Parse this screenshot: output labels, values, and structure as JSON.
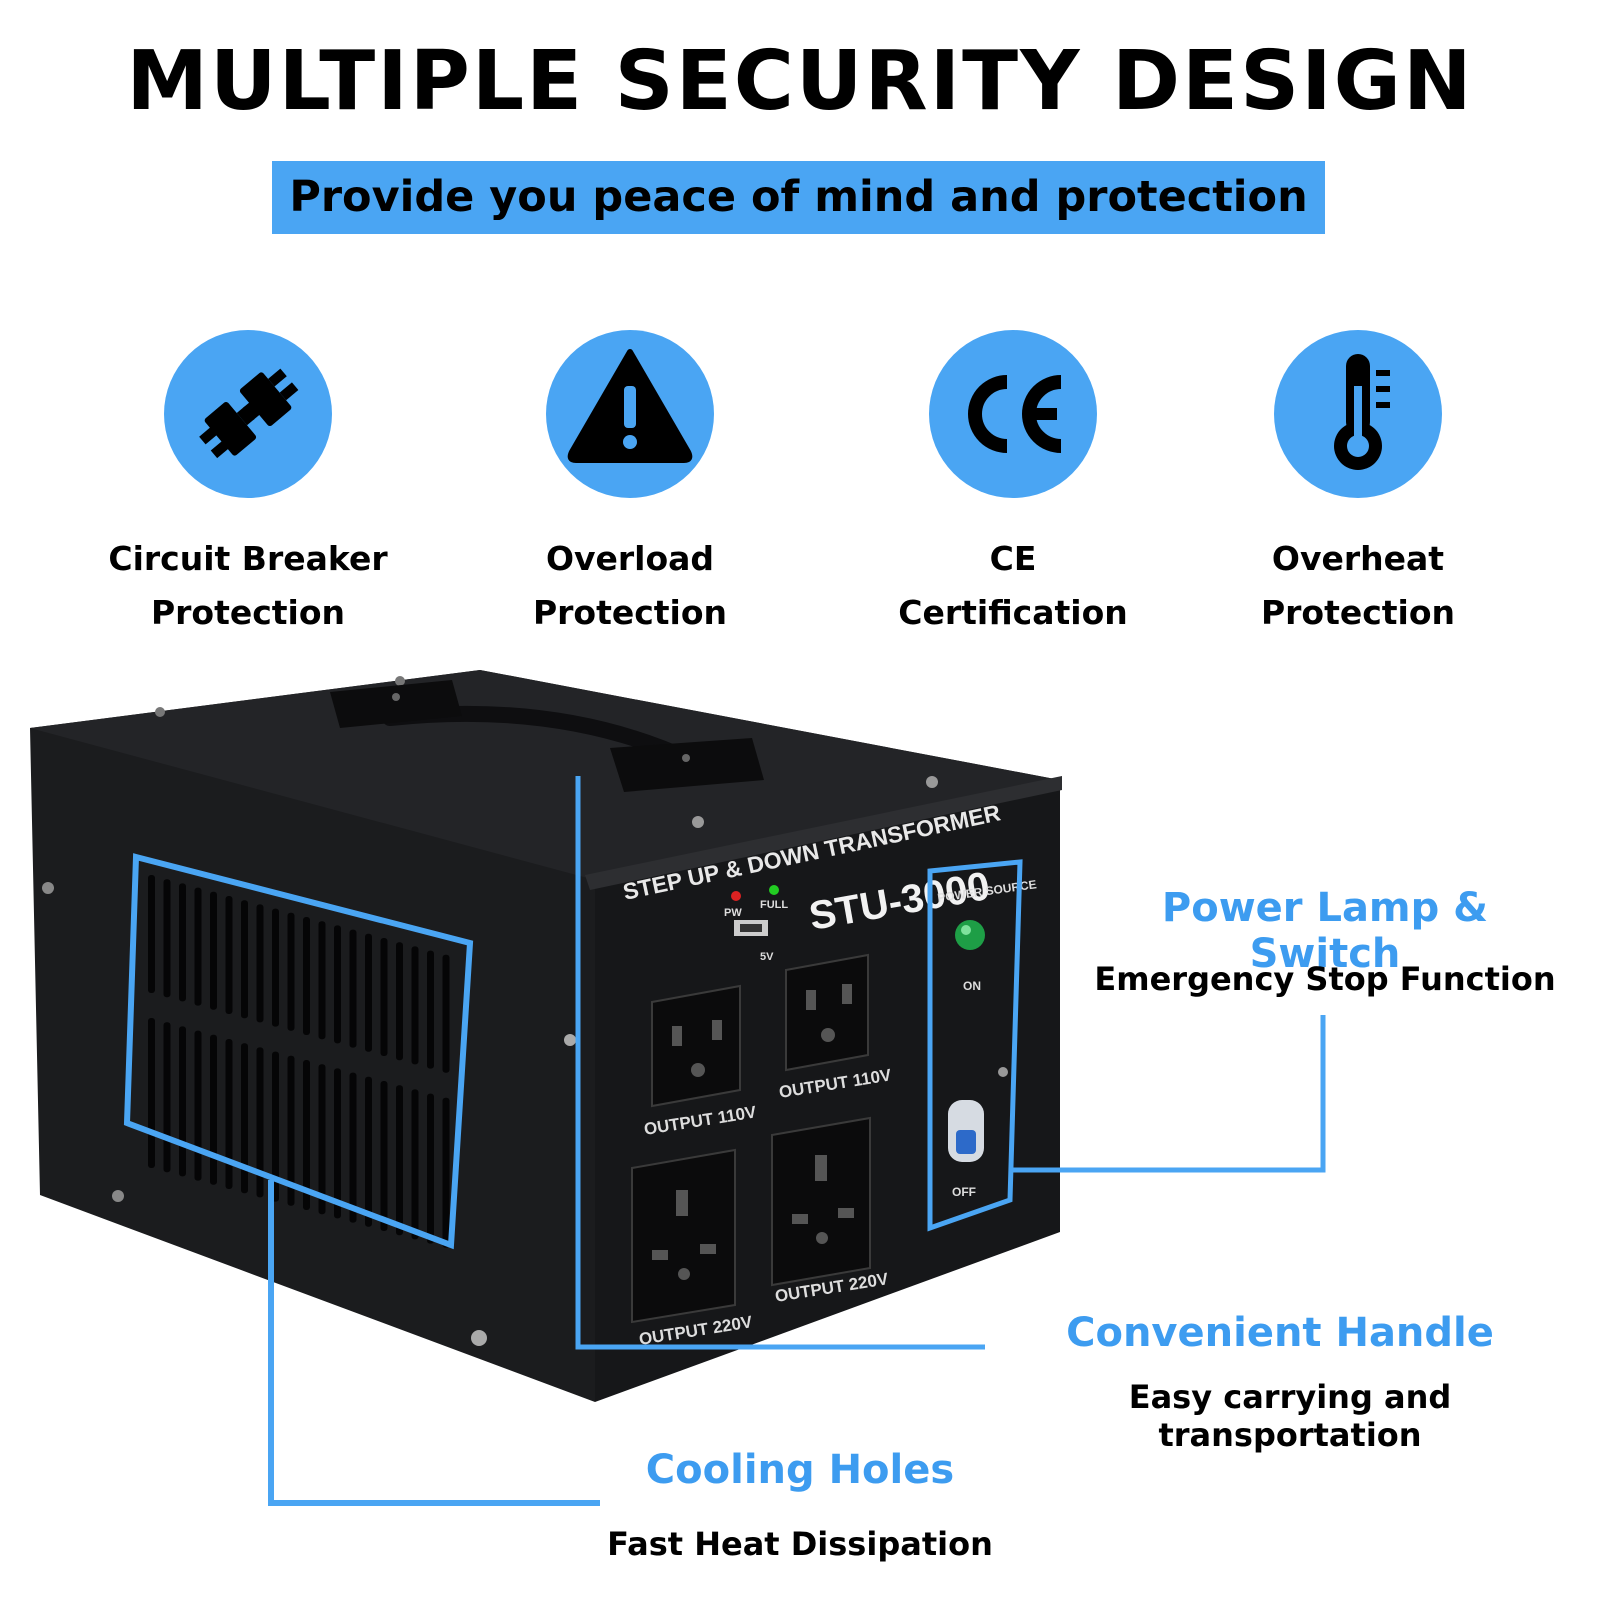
{
  "header": {
    "title": "MULTIPLE SECURITY DESIGN",
    "subtitle": "Provide you peace of mind and protection"
  },
  "features": [
    {
      "icon": "plug-icon",
      "line1": "Circuit Breaker",
      "line2": "Protection"
    },
    {
      "icon": "warning-icon",
      "line1": "Overload",
      "line2": "Protection"
    },
    {
      "icon": "ce-mark-icon",
      "line1": "CE",
      "line2": "Certification"
    },
    {
      "icon": "thermometer-icon",
      "line1": "Overheat",
      "line2": "Protection"
    }
  ],
  "callouts": {
    "power": {
      "title": "Power Lamp & Switch",
      "sub": "Emergency Stop Function"
    },
    "handle": {
      "title": "Convenient Handle",
      "sub": "Easy carrying and transportation"
    },
    "cooling": {
      "title": "Cooling Holes",
      "sub": "Fast Heat Dissipation"
    }
  },
  "device": {
    "brand_line": "STEP UP & DOWN TRANSFORMER",
    "model": "STU-3000",
    "pw": "PW",
    "full": "FULL",
    "usb": "5V",
    "power_source": "POWER SOURCE",
    "on": "ON",
    "off": "OFF",
    "outlet_110_a": "OUTPUT 110V",
    "outlet_110_b": "OUTPUT 110V",
    "outlet_220_a": "OUTPUT 220V",
    "outlet_220_b": "OUTPUT 220V"
  },
  "colors": {
    "accent": "#4aa5f3",
    "callout_text": "#3d9cf0",
    "device_body": "#1b1c1e"
  }
}
